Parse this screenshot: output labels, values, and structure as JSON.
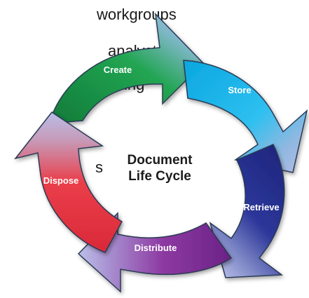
{
  "background_text": [
    "workgroups",
    "analyst",
    "sing",
    "s"
  ],
  "diagram": {
    "center_title_line1": "Document",
    "center_title_line2": "Life Cycle",
    "stages": [
      {
        "label": "Create",
        "color": "#1a9b4a"
      },
      {
        "label": "Store",
        "color": "#13b6e8"
      },
      {
        "label": "Retrieve",
        "color": "#262e8e"
      },
      {
        "label": "Distribute",
        "color": "#7a2a8f"
      },
      {
        "label": "Dispose",
        "color": "#e2343f"
      }
    ],
    "arrowhead_color": "#9ea4d8"
  }
}
